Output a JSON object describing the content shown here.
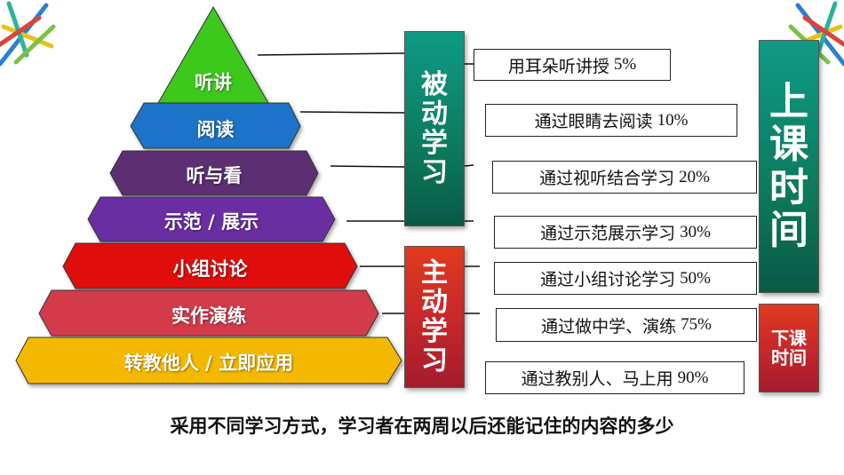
{
  "pyramid": {
    "layers": [
      {
        "label": "听讲",
        "color": "#3cc81e"
      },
      {
        "label": "阅读",
        "color": "#1a73c8"
      },
      {
        "label": "听与看",
        "color": "#5b2d72"
      },
      {
        "label": "示范 / 展示",
        "color": "#6a2fa3"
      },
      {
        "label": "小组讨论",
        "color": "#e01010"
      },
      {
        "label": "实作演练",
        "color": "#d33a4c"
      },
      {
        "label": "转教他人 / 立即应用",
        "color": "#f5b800"
      }
    ]
  },
  "passive_group": {
    "chars": [
      "被",
      "动",
      "学",
      "习"
    ]
  },
  "active_group": {
    "chars": [
      "主",
      "动",
      "学",
      "习"
    ]
  },
  "retention": [
    {
      "text": "用耳朵听讲授",
      "pct": "5%"
    },
    {
      "text": "通过眼睛去阅读",
      "pct": "10%"
    },
    {
      "text": "通过视听结合学习",
      "pct": "20%"
    },
    {
      "text": "通过示范展示学习",
      "pct": "30%"
    },
    {
      "text": "通过小组讨论学习",
      "pct": "50%"
    },
    {
      "text": "通过做中学、演练",
      "pct": "75%"
    },
    {
      "text": "通过教别人、马上用",
      "pct": "90%"
    }
  ],
  "in_class": {
    "chars": [
      "上",
      "课",
      "时",
      "间"
    ]
  },
  "after_class": {
    "line1": "下课",
    "line2": "时间"
  },
  "caption": "采用不同学习方式，学习者在两周以后还能记住的内容的多少"
}
